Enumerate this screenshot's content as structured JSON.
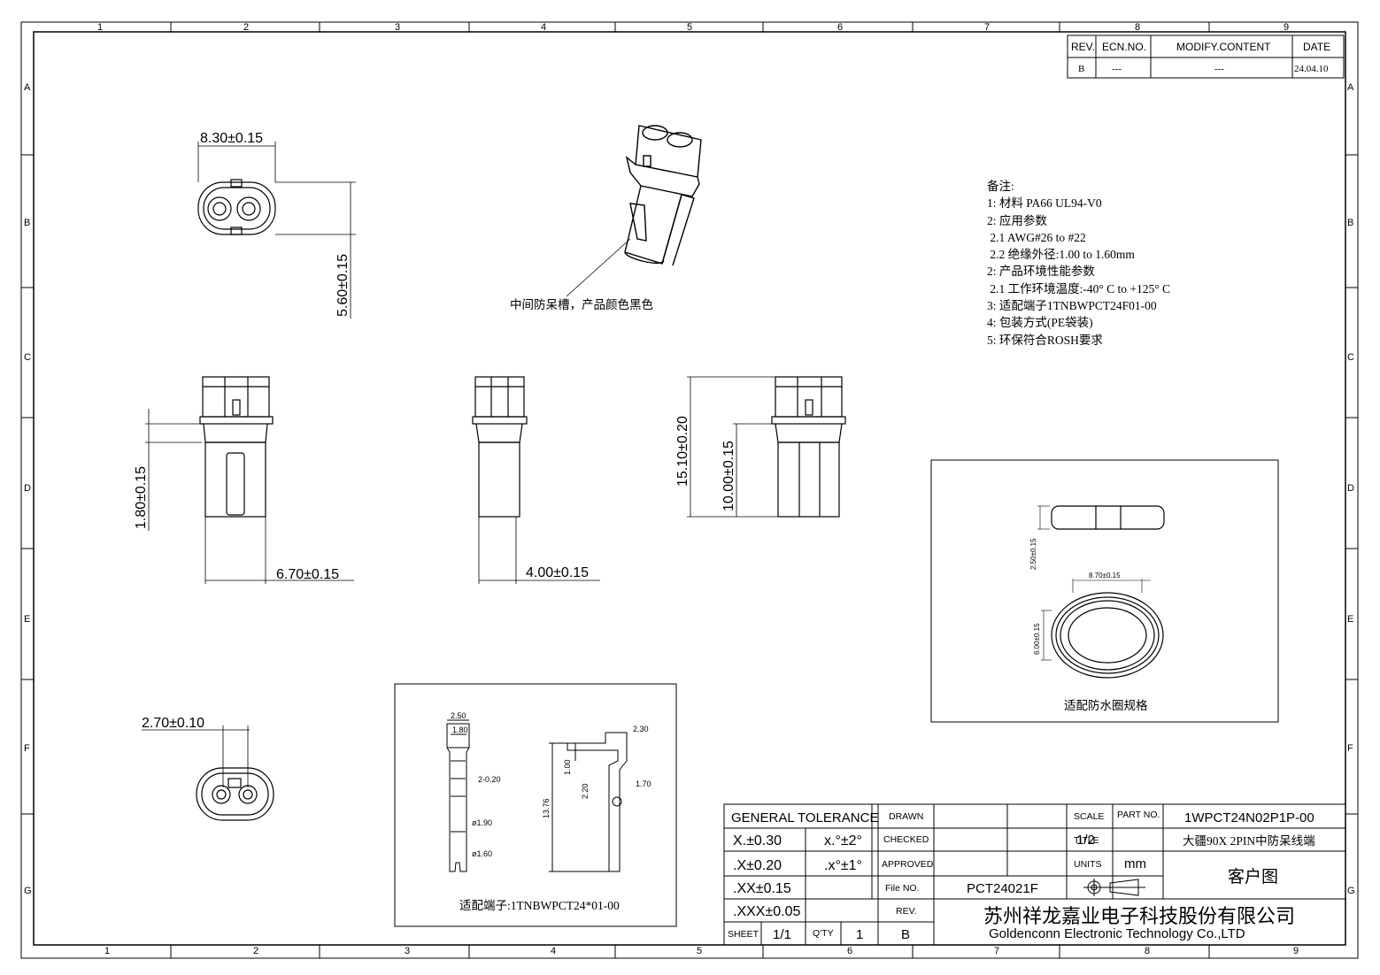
{
  "border": {
    "cols_top": [
      "1",
      "2",
      "3",
      "4",
      "5",
      "6",
      "7",
      "8",
      "9"
    ],
    "cols_bottom": [
      "1",
      "2",
      "3",
      "4",
      "5",
      "6",
      "7",
      "8",
      "9"
    ],
    "rows": [
      "A",
      "B",
      "C",
      "D",
      "E",
      "F",
      "G"
    ]
  },
  "revision": {
    "headers": [
      "REV.",
      "ECN.NO.",
      "MODIFY.CONTENT",
      "DATE"
    ],
    "row": [
      "B",
      "---",
      "---",
      "24.04.10"
    ]
  },
  "notes": {
    "title": "备注:",
    "lines": [
      "1: 材料 PA66 UL94-V0",
      "2: 应用参数",
      " 2.1 AWG#26 to #22",
      " 2.2 绝缘外径:1.00 to 1.60mm",
      "2: 产品环境性能参数",
      " 2.1 工作环境温度:-40° C to +125° C",
      "3: 适配端子1TNBWPCT24F01-00",
      "4: 包装方式(PE袋装)",
      "5: 环保符合ROSH要求"
    ]
  },
  "dimensions": {
    "front_width": "8.30±0.15",
    "front_height": "5.60±0.15",
    "callout_groove": "中间防呆槽，产品颜色黑色",
    "side_flange": "1.80±0.15",
    "side_width": "6.70±0.15",
    "side2_width": "4.00±0.15",
    "side3_total": "15.10±0.20",
    "side3_body": "10.00±0.15",
    "rear_pitch": "2.70±0.10"
  },
  "terminal_box": {
    "caption": "适配端子:1TNBWPCT24*01-00",
    "dims": [
      "2.50",
      "1.80",
      "2-0.20",
      "ø1.90",
      "ø1.60",
      "2.30",
      "1.00",
      "2.20",
      "1.70",
      "13.76"
    ]
  },
  "seal_box": {
    "caption": "适配防水圈规格",
    "dims": [
      "2.50±0.15",
      "8.70±0.15",
      "6.00±0.15"
    ]
  },
  "title_block": {
    "general_tolerance": "GENERAL  TOLERANCE",
    "tol_rows": [
      {
        "lin": "X.±0.30",
        "ang": "x.°±2°"
      },
      {
        "lin": ".X±0.20",
        "ang": ".x°±1°"
      },
      {
        "lin": ".XX±0.15",
        "ang": ""
      },
      {
        "lin": ".XXX±0.05",
        "ang": ""
      }
    ],
    "drawn": "DRAWN",
    "checked": "CHECKED",
    "approved": "APPROVED",
    "file_no_label": "File  NO.",
    "file_no": "PCT24021F",
    "rev_label": "REV.",
    "rev": "B",
    "sheet_label": "SHEET",
    "sheet": "1/1",
    "qty_label": "Q'TY",
    "qty": "1",
    "scale_label": "SCALE",
    "scale": "1/2",
    "units_label": "UNITS",
    "units": "mm",
    "part_no_label": "PART  NO.",
    "part_no": "1WPCT24N02P1P-00",
    "title_label": "TITLE",
    "title": "大疆90X 2PIN中防呆线端",
    "customer": "客户图",
    "company_cn": "苏州祥龙嘉业电子科技股份有限公司",
    "company_en": "Goldenconn  Electronic  Technology  Co.,LTD"
  }
}
